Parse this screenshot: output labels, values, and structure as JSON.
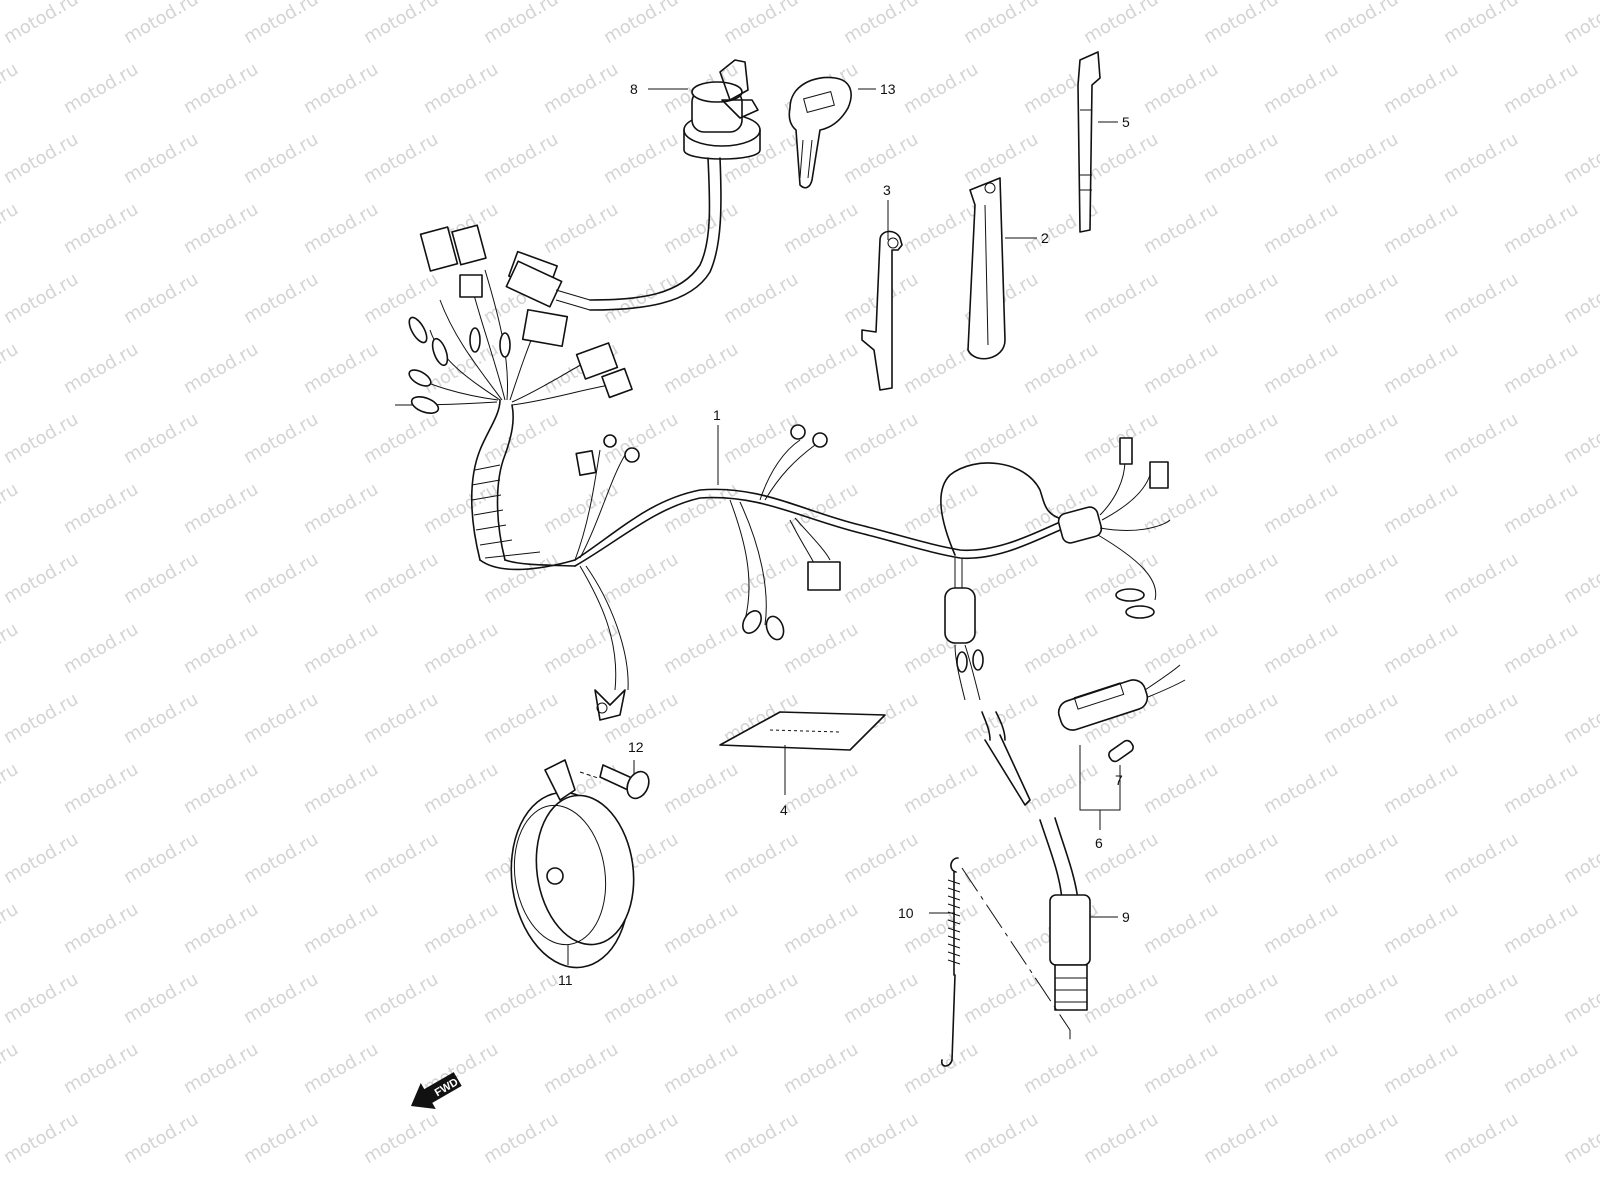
{
  "watermark": "motod.ru",
  "fwd_label": "FWD",
  "callouts": {
    "c1": "1",
    "c2": "2",
    "c3": "3",
    "c4": "4",
    "c5": "5",
    "c6": "6",
    "c7": "7",
    "c8": "8",
    "c9": "9",
    "c10": "10",
    "c11": "11",
    "c12": "12",
    "c13": "13"
  },
  "parts": [
    {
      "ref": "1",
      "icon": "wiring-harness-icon"
    },
    {
      "ref": "2",
      "icon": "bracket-strap-icon"
    },
    {
      "ref": "3",
      "icon": "clamp-icon"
    },
    {
      "ref": "4",
      "icon": "label-sheet-icon"
    },
    {
      "ref": "5",
      "icon": "cable-tie-icon"
    },
    {
      "ref": "6",
      "icon": "fuse-holder-icon"
    },
    {
      "ref": "7",
      "icon": "fuse-icon"
    },
    {
      "ref": "8",
      "icon": "ignition-switch-icon"
    },
    {
      "ref": "9",
      "icon": "stop-switch-icon"
    },
    {
      "ref": "10",
      "icon": "spring-icon"
    },
    {
      "ref": "11",
      "icon": "horn-icon"
    },
    {
      "ref": "12",
      "icon": "bolt-icon"
    },
    {
      "ref": "13",
      "icon": "key-icon"
    }
  ]
}
